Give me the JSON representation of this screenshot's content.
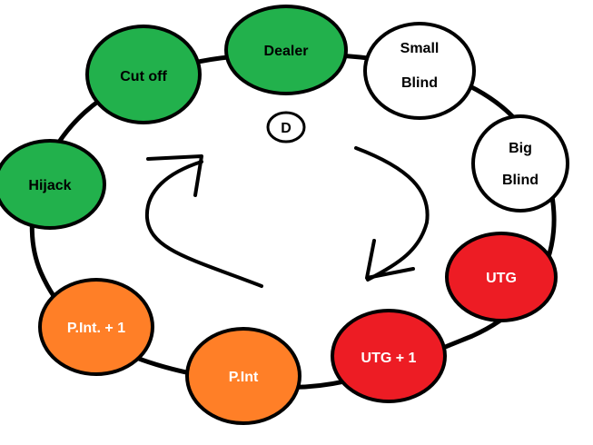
{
  "colors": {
    "green": "#22b14c",
    "white": "#ffffff",
    "red": "#ed1c24",
    "orange": "#ff7f27",
    "outline": "#000000",
    "text_dark": "#000000",
    "text_light": "#ffffff"
  },
  "positions": [
    {
      "key": "dealer",
      "lines": [
        "Dealer"
      ],
      "fill": "green",
      "text": "text_dark"
    },
    {
      "key": "small-blind",
      "lines": [
        "Small",
        "Blind"
      ],
      "fill": "white",
      "text": "text_dark"
    },
    {
      "key": "big-blind",
      "lines": [
        "Big",
        "Blind"
      ],
      "fill": "white",
      "text": "text_dark"
    },
    {
      "key": "utg",
      "lines": [
        "UTG"
      ],
      "fill": "red",
      "text": "text_light"
    },
    {
      "key": "utg-plus-1",
      "lines": [
        "UTG + 1"
      ],
      "fill": "red",
      "text": "text_light"
    },
    {
      "key": "p-int",
      "lines": [
        "P.Int"
      ],
      "fill": "orange",
      "text": "text_light"
    },
    {
      "key": "p-int-plus-1",
      "lines": [
        "P.Int. + 1"
      ],
      "fill": "orange",
      "text": "text_light"
    },
    {
      "key": "hijack",
      "lines": [
        "Hijack"
      ],
      "fill": "green",
      "text": "text_dark"
    },
    {
      "key": "cut-off",
      "lines": [
        "Cut off"
      ],
      "fill": "green",
      "text": "text_dark"
    }
  ],
  "dealer_button": {
    "label": "D"
  }
}
